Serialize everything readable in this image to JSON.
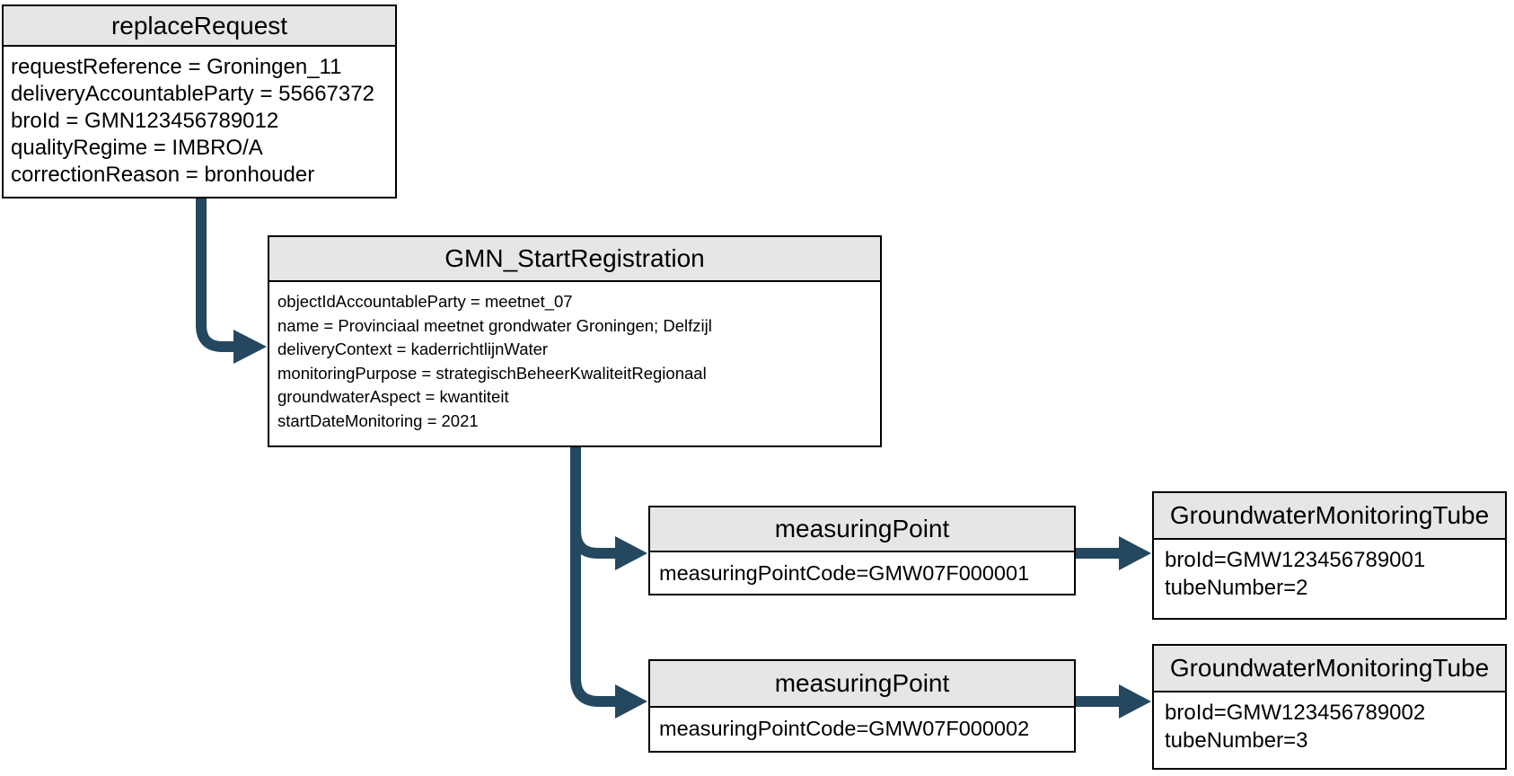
{
  "diagram": {
    "colors": {
      "arrow": "#24485F",
      "node_header_fill": "#E6E6E6",
      "node_border": "#000000",
      "text": "#000000",
      "background": "#FFFFFF"
    },
    "nodes": [
      {
        "title": "replaceRequest",
        "attributes": [
          "requestReference = Groningen_11",
          "deliveryAccountableParty = 55667372",
          "broId = GMN123456789012",
          "qualityRegime = IMBRO/A",
          "correctionReason = bronhouder"
        ]
      },
      {
        "title": "GMN_StartRegistration",
        "attributes": [
          "objectIdAccountableParty = meetnet_07",
          "name = Provinciaal meetnet grondwater Groningen; Delfzijl",
          "deliveryContext = kaderrichtlijnWater",
          "monitoringPurpose = strategischBeheerKwaliteitRegionaal",
          "groundwaterAspect = kwantiteit",
          "startDateMonitoring = 2021"
        ]
      },
      {
        "title": "measuringPoint",
        "attributes": [
          "measuringPointCode=GMW07F000001"
        ]
      },
      {
        "title": "GroundwaterMonitoringTube",
        "attributes": [
          "broId=GMW123456789001",
          "tubeNumber=2"
        ]
      },
      {
        "title": "measuringPoint",
        "attributes": [
          "measuringPointCode=GMW07F000002"
        ]
      },
      {
        "title": "GroundwaterMonitoringTube",
        "attributes": [
          "broId=GMW123456789002",
          "tubeNumber=3"
        ]
      }
    ],
    "edges": [
      {
        "from": "replaceRequest",
        "to": "GMN_StartRegistration"
      },
      {
        "from": "GMN_StartRegistration",
        "to": "measuringPoint GMW07F000001"
      },
      {
        "from": "GMN_StartRegistration",
        "to": "measuringPoint GMW07F000002"
      },
      {
        "from": "measuringPoint GMW07F000001",
        "to": "GroundwaterMonitoringTube GMW123456789001"
      },
      {
        "from": "measuringPoint GMW07F000002",
        "to": "GroundwaterMonitoringTube GMW123456789002"
      }
    ]
  }
}
